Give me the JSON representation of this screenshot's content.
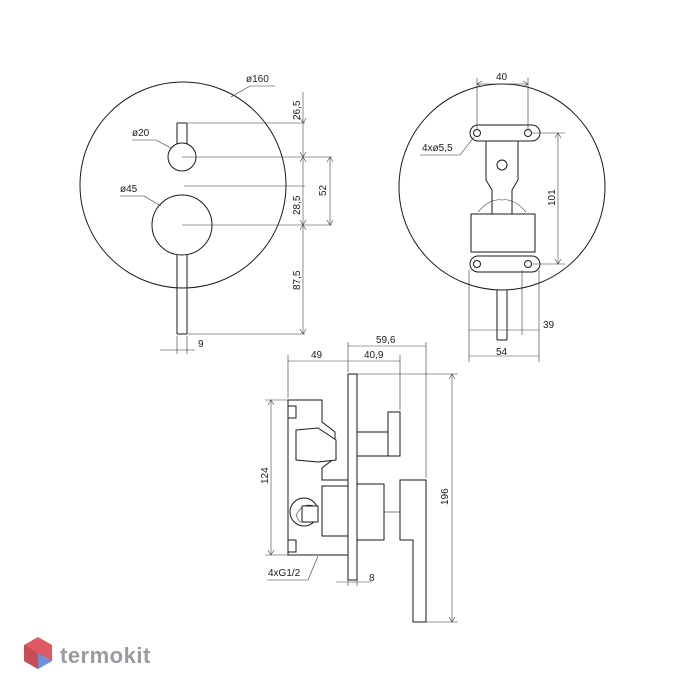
{
  "front_view": {
    "dia_plate": "ø160",
    "dia_knob_small": "ø20",
    "dia_knob_large": "ø45",
    "dim_top": "26,5",
    "dim_mid": "28,5",
    "dim_52": "52",
    "dim_lever": "87,5",
    "dim_lever_width": "9"
  },
  "rear_view": {
    "dim_40": "40",
    "holes": "4xø5,5",
    "dim_101": "101",
    "dim_39": "39",
    "dim_54": "54"
  },
  "side_view": {
    "dim_49": "49",
    "dim_59_6": "59,6",
    "dim_40_9": "40,9",
    "dim_124": "124",
    "dim_196": "196",
    "threads": "4xG1/2",
    "dim_8": "8"
  },
  "logo": {
    "text": "termokit",
    "colors": {
      "red": "#e05a63",
      "blue": "#6f8fd8",
      "grey": "#9a9aa2"
    }
  }
}
